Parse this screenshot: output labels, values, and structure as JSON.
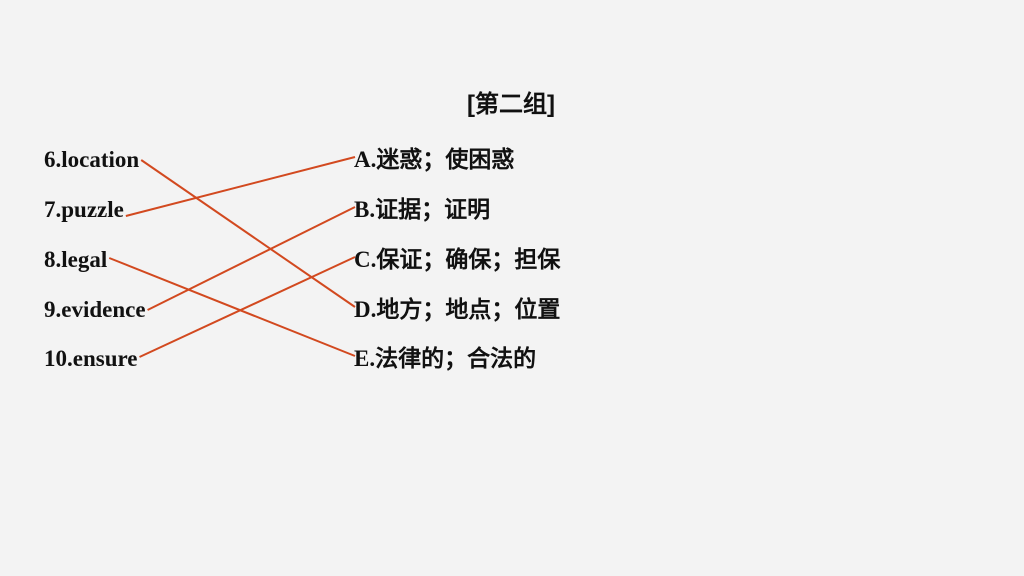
{
  "title": "[第二组]",
  "words": [
    {
      "id": "6",
      "label": "6.location"
    },
    {
      "id": "7",
      "label": "7.puzzle"
    },
    {
      "id": "8",
      "label": "8.legal"
    },
    {
      "id": "9",
      "label": "9.evidence"
    },
    {
      "id": "10",
      "label": "10.ensure"
    }
  ],
  "meanings": [
    {
      "id": "A",
      "label": "A.迷惑；使困惑"
    },
    {
      "id": "B",
      "label": "B.证据；证明"
    },
    {
      "id": "C",
      "label": "C.保证；确保；担保"
    },
    {
      "id": "D",
      "label": "D.地方；地点；位置"
    },
    {
      "id": "E",
      "label": "E.法律的；合法的"
    }
  ],
  "matches": [
    [
      "6",
      "D"
    ],
    [
      "7",
      "A"
    ],
    [
      "8",
      "E"
    ],
    [
      "9",
      "B"
    ],
    [
      "10",
      "C"
    ]
  ],
  "line_color": "#d2491f"
}
